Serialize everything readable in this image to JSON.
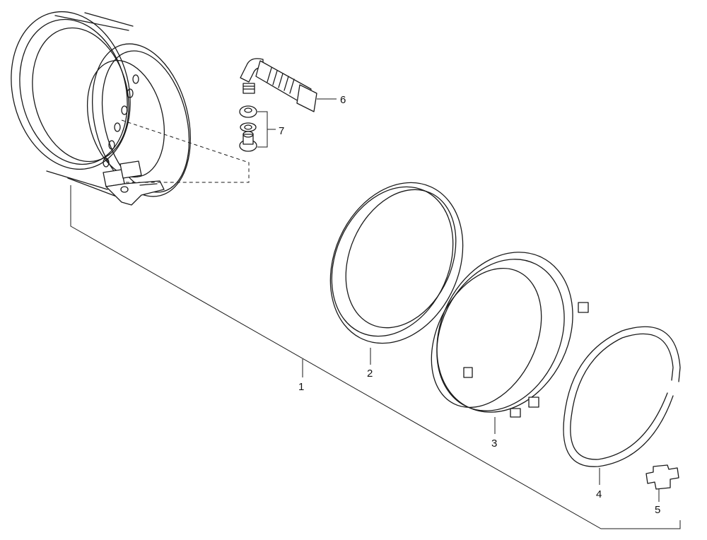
{
  "callouts": {
    "part_1": "1",
    "part_2": "2",
    "part_3": "3",
    "part_4": "4",
    "part_5": "5",
    "part_6": "6",
    "part_7": "7"
  },
  "colors": {
    "line": "#1a1a1a",
    "background": "#ffffff"
  }
}
